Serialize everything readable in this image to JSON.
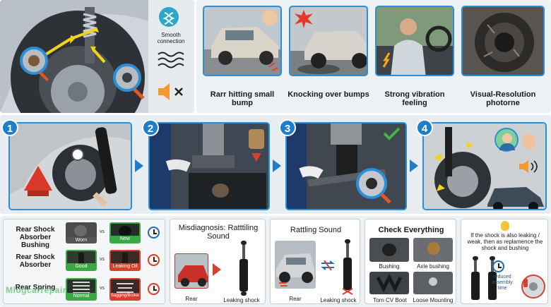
{
  "diagnosis_icons": {
    "smooth_connection": "Smooth connection",
    "icons": [
      "suspension-coil-icon",
      "wave-icon",
      "speaker-muted-icon"
    ]
  },
  "symptoms": [
    {
      "title": "Rarr hitting small bump"
    },
    {
      "title": "Knocking over bumps"
    },
    {
      "title": "Strong vibration feeling"
    },
    {
      "title": "Visual-Resolution photorne"
    }
  ],
  "steps": [
    "1",
    "2",
    "3",
    "4"
  ],
  "comparison": {
    "rows": [
      {
        "label": "Rear Shock Absorber Bushing",
        "left_tag": "Worn",
        "vs": "vs",
        "right_tag": "New"
      },
      {
        "label": "Rear Shock Absorber",
        "left_tag": "Good",
        "vs": "vs",
        "right_tag": "Leaking Oil"
      },
      {
        "label": "Rear Spring",
        "left_tag": "Normal",
        "vs": "vs",
        "right_tag": "Sagging/Broken"
      }
    ]
  },
  "misdiagnosis": {
    "title": "Misdiagnosis: Ratttiling Sound",
    "left_caption": "Rear",
    "right_caption": "Leaking shock"
  },
  "rattling": {
    "title": "Rattling Sound",
    "left_caption": "Rear",
    "right_caption": "Leaking shock"
  },
  "check_everything": {
    "title": "Check Everything",
    "items": [
      "Bushing",
      "Axle bushing",
      "Torn CV Boot",
      "Loose Mounting"
    ]
  },
  "recommendation": {
    "text": "If the shock is also leaking / weak, then as replamence the shock and bushing",
    "time_note": "reduced assembly time"
  },
  "watermark": "Mlogcarrepair"
}
